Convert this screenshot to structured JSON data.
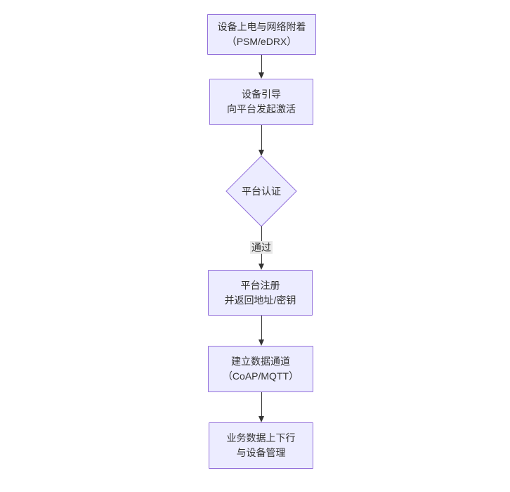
{
  "diagram": {
    "type": "flowchart",
    "direction": "top-down",
    "colors": {
      "node_fill": "#ECECFF",
      "node_border": "#9370DB",
      "arrow": "#333333",
      "edge_label_bg": "#e8e8e8",
      "text": "#333333",
      "background": "#ffffff"
    },
    "nodes": [
      {
        "id": "power-attach",
        "shape": "rect",
        "line1": "设备上电与网络附着",
        "line2": "（PSM/eDRX）"
      },
      {
        "id": "bootstrap",
        "shape": "rect",
        "line1": "设备引导",
        "line2": "向平台发起激活"
      },
      {
        "id": "auth",
        "shape": "diamond",
        "line1": "平台认证",
        "line2": ""
      },
      {
        "id": "register",
        "shape": "rect",
        "line1": "平台注册",
        "line2": "并返回地址/密钥"
      },
      {
        "id": "channel",
        "shape": "rect",
        "line1": "建立数据通道",
        "line2": "（CoAP/MQTT）"
      },
      {
        "id": "business",
        "shape": "rect",
        "line1": "业务数据上下行",
        "line2": "与设备管理"
      }
    ],
    "edges": [
      {
        "from": "power-attach",
        "to": "bootstrap",
        "label": ""
      },
      {
        "from": "bootstrap",
        "to": "auth",
        "label": ""
      },
      {
        "from": "auth",
        "to": "register",
        "label": "通过"
      },
      {
        "from": "register",
        "to": "channel",
        "label": ""
      },
      {
        "from": "channel",
        "to": "business",
        "label": ""
      }
    ]
  }
}
